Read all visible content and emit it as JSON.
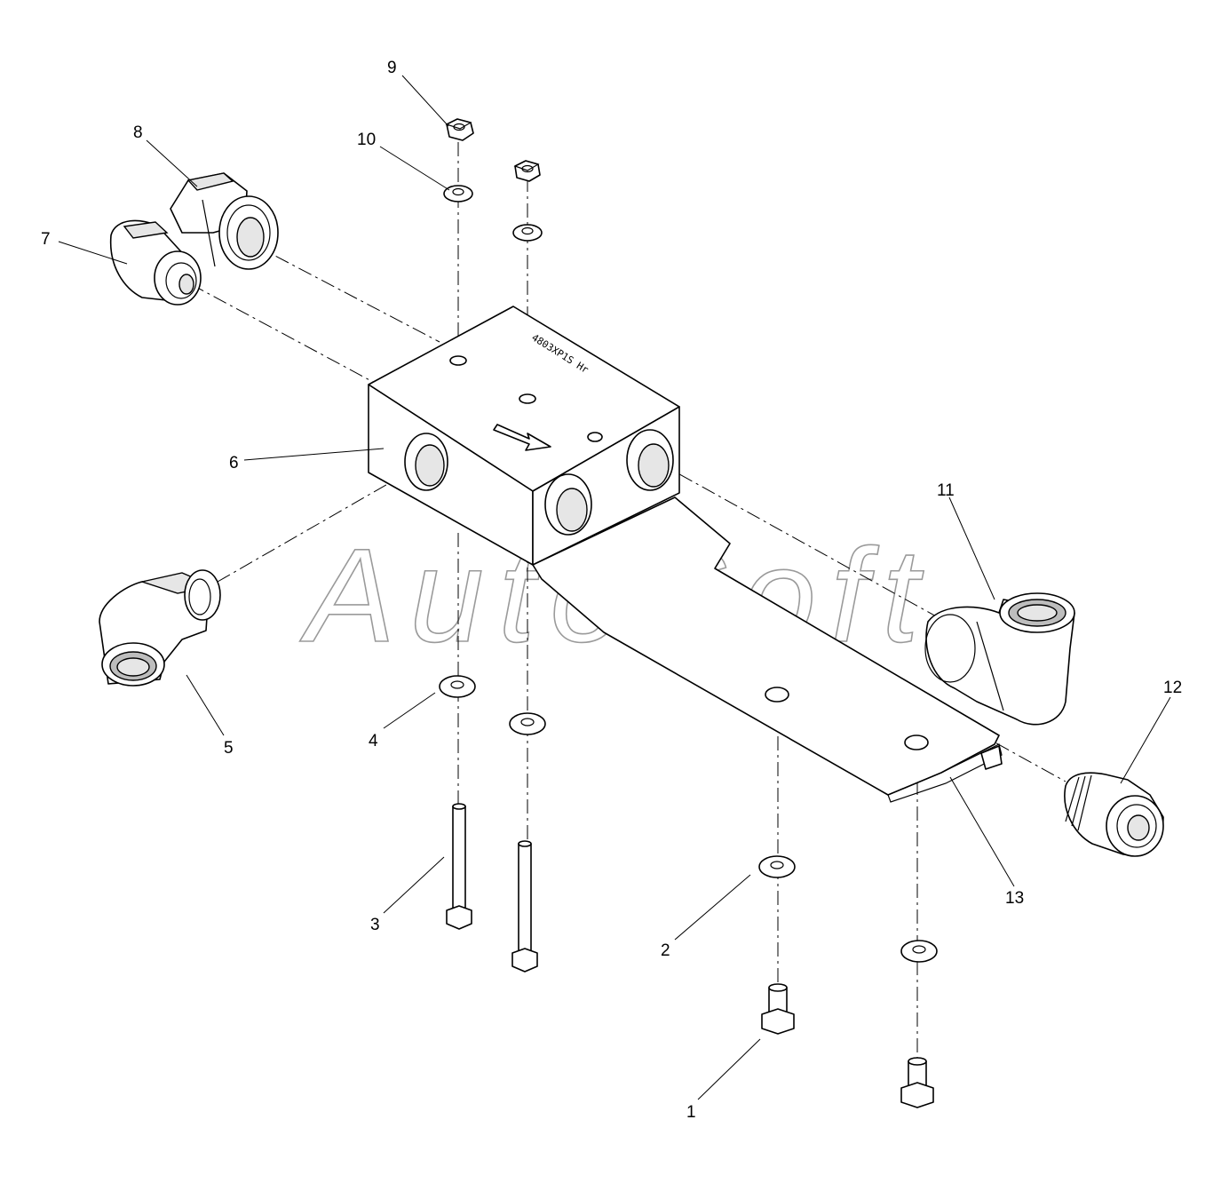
{
  "watermark": "AutoSoft",
  "block_marking": "4803XP1S Hr",
  "callouts": [
    {
      "id": "1",
      "label": "1",
      "part": "bolt-short"
    },
    {
      "id": "2",
      "label": "2",
      "part": "washer"
    },
    {
      "id": "3",
      "label": "3",
      "part": "bolt-long"
    },
    {
      "id": "4",
      "label": "4",
      "part": "washer"
    },
    {
      "id": "5",
      "label": "5",
      "part": "elbow-fitting-45"
    },
    {
      "id": "6",
      "label": "6",
      "part": "valve-block"
    },
    {
      "id": "7",
      "label": "7",
      "part": "straight-fitting"
    },
    {
      "id": "8",
      "label": "8",
      "part": "straight-fitting-large"
    },
    {
      "id": "9",
      "label": "9",
      "part": "nut"
    },
    {
      "id": "10",
      "label": "10",
      "part": "washer"
    },
    {
      "id": "11",
      "label": "11",
      "part": "elbow-fitting-90"
    },
    {
      "id": "12",
      "label": "12",
      "part": "adapter-fitting"
    },
    {
      "id": "13",
      "label": "13",
      "part": "bracket"
    }
  ],
  "icons": [
    "flow-arrow-icon"
  ]
}
